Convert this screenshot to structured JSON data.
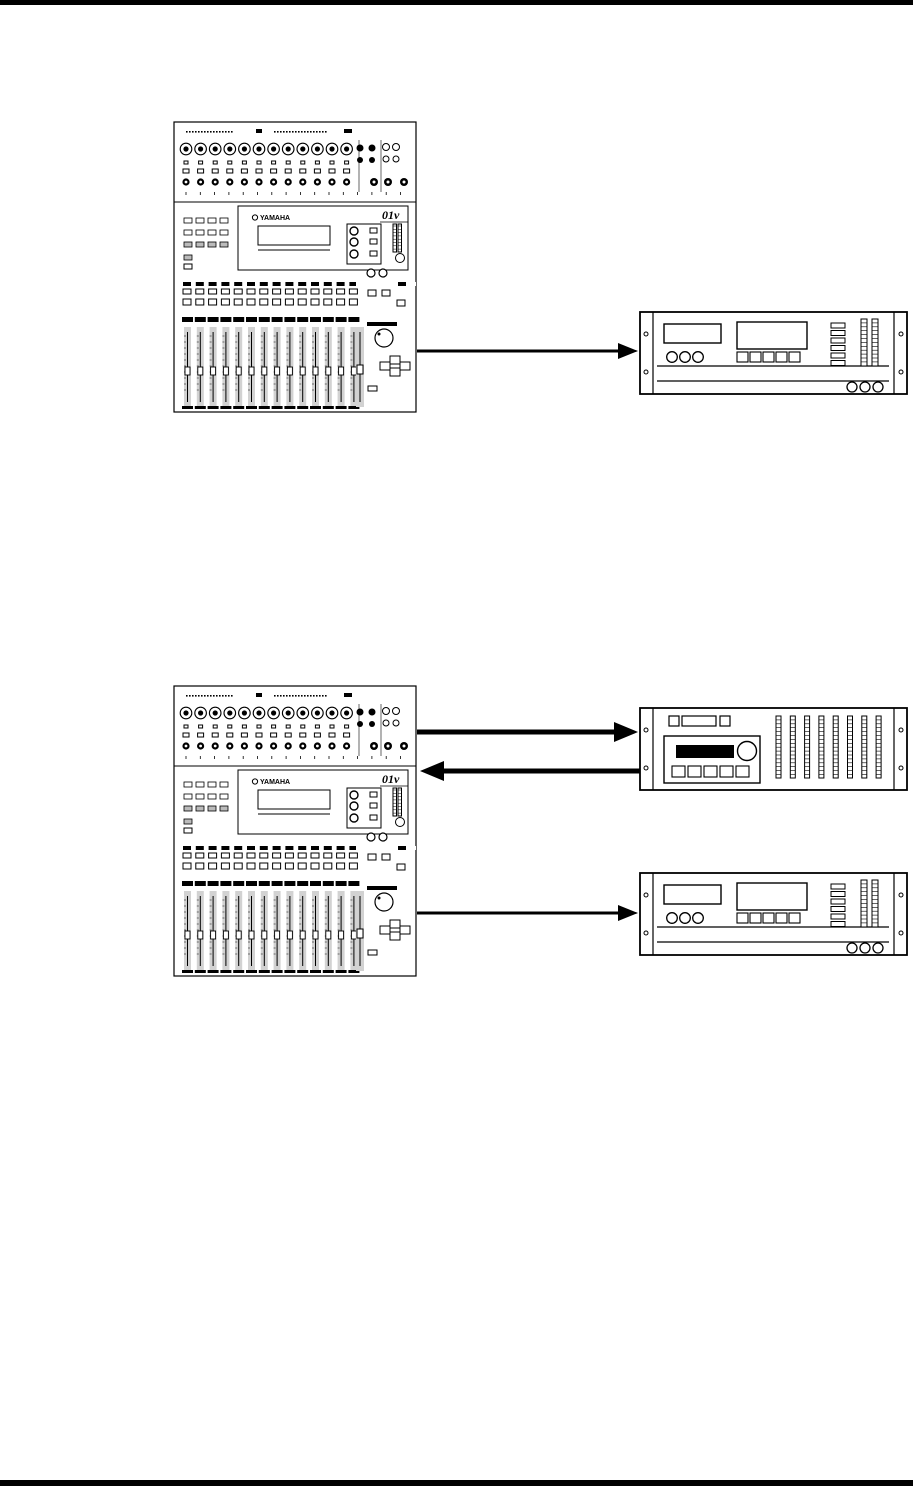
{
  "diagrams": [
    {
      "mixer": {
        "brand": "YAMAHA",
        "model": "01v"
      },
      "connections": [
        "output"
      ],
      "devices": [
        "multitrack-recorder"
      ]
    },
    {
      "mixer": {
        "brand": "YAMAHA",
        "model": "01v"
      },
      "connections": [
        "output",
        "return",
        "output"
      ],
      "devices": [
        "effects-processor",
        "multitrack-recorder"
      ]
    }
  ],
  "colors": {
    "line": "#000000",
    "fader_strip": "#cccccc",
    "background": "#ffffff"
  },
  "icons": [
    "mixing-console",
    "effects-processor-rack",
    "multitrack-recorder-rack",
    "arrow-right",
    "arrow-left"
  ]
}
